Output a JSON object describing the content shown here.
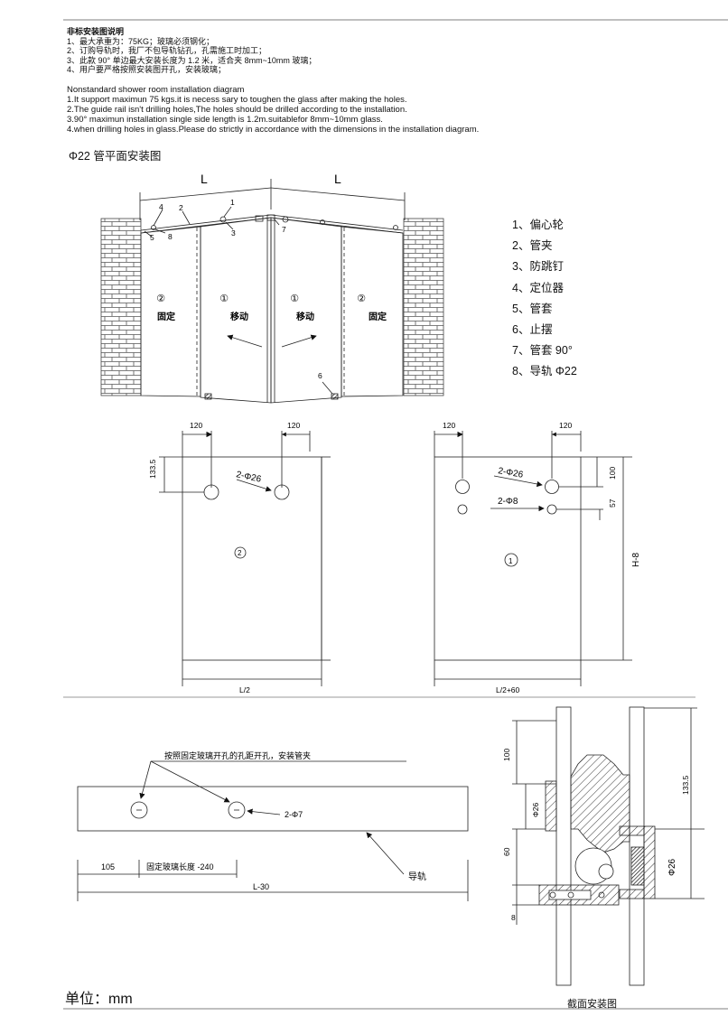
{
  "notes_cn": {
    "title": "非标安装图说明",
    "lines": [
      "1、最大承重为：75KG；玻璃必须钢化；",
      "2、订购导轨时，我厂不包导轨钻孔，孔需施工时加工；",
      "3、此款 90°  单边最大安装长度为 1.2 米，适合夹 8mm~10mm 玻璃；",
      "4、用户要严格按照安装图开孔，安装玻璃；"
    ]
  },
  "notes_en": {
    "title": "Nonstandard shower room installation diagram",
    "lines": [
      "1.It support maximun 75 kgs.it is necess sary to toughen the glass after making the holes.",
      "2.The guide rail isn't drilling holes,The holes should be drilled according to the installation.",
      "3.90°   maximun installation single side length is 1.2m.suitablefor 8mm~10mm glass.",
      "4.when drilling holes in glass.Please do strictly in accordance with the dimensions in the installation diagram."
    ]
  },
  "subtitle": "Φ22 管平面安装图",
  "legend": [
    "1、偏心轮",
    "2、管夹",
    "3、防跳钉",
    "4、定位器",
    "5、管套",
    "6、止摆",
    "7、管套 90°",
    "8、导轨 Φ22"
  ],
  "top_view": {
    "dim_L": "L",
    "callouts": [
      "1",
      "2",
      "3",
      "4",
      "5",
      "6",
      "7",
      "8"
    ],
    "panel_fixed_num": "②",
    "panel_moving_num": "①",
    "label_fixed": "固定",
    "label_moving": "移动"
  },
  "panel_fixed": {
    "dim_120": "120",
    "dim_133_5": "133.5",
    "holes_label": "2-Φ26",
    "circle_label": "2",
    "width_label": "L/2"
  },
  "panel_moving": {
    "dim_120": "120",
    "dim_100": "100",
    "dim_57": "57",
    "holes_large": "2-Φ26",
    "holes_small": "2-Φ8",
    "circle_label": "1",
    "height_label": "H-8",
    "width_label": "L/2+60"
  },
  "rail": {
    "note": "按照固定玻璃开孔的孔距开孔，安装管夹",
    "holes_label": "2-Φ7",
    "dim_105": "105",
    "dim_fixed": "固定玻璃长度 -240",
    "rail_label": "导轨",
    "total_label": "L-30"
  },
  "section": {
    "dim_100": "100",
    "dim_26_left": "Φ26",
    "dim_60": "60",
    "dim_8": "8",
    "dim_133_5": "133.5",
    "dim_26_right": "Φ26",
    "label": "截面安装图"
  },
  "unit": "单位：mm"
}
